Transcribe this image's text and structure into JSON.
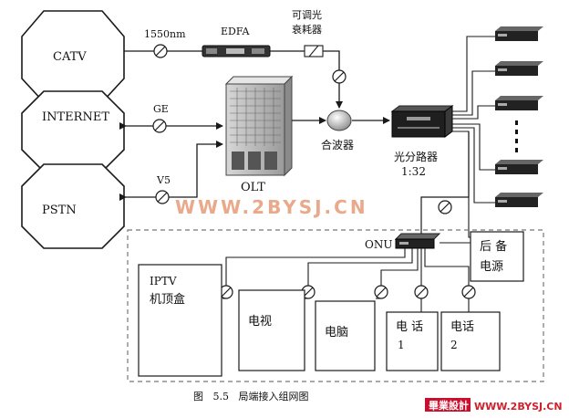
{
  "sources": {
    "catv": "CATV",
    "internet": "INTERNET",
    "pstn": "PSTN"
  },
  "links": {
    "wavelength": "1550nm",
    "ge": "GE",
    "v5": "V5"
  },
  "devices": {
    "edfa": "EDFA",
    "attenuator_line1": "可调光",
    "attenuator_line2": "衰耗器",
    "olt": "OLT",
    "combiner": "合波器",
    "splitter_line1": "光分路器",
    "splitter_line2": "1:32",
    "onu": "ONU"
  },
  "terminals": {
    "iptv_line1": "IPTV",
    "iptv_line2": "机顶盒",
    "tv": "电视",
    "pc": "电脑",
    "phone1_line1": "电 话",
    "phone1_line2": "1",
    "phone2_line1": "电话",
    "phone2_line2": "2",
    "backup_line1": "后 备",
    "backup_line2": "电源"
  },
  "watermark": "WWW.2BYSJ.CN",
  "caption": "图   5.5   局端接入组网图",
  "footer_brand": "畢業設計",
  "footer_url": "WWW.2BYSJ.CN",
  "colors": {
    "watermark": "#e9a98a",
    "footer_brand_bg": "#c8102e",
    "footer_url": "#d21f2b",
    "line": "#1a1a1a",
    "dashed_border": "#777777"
  }
}
